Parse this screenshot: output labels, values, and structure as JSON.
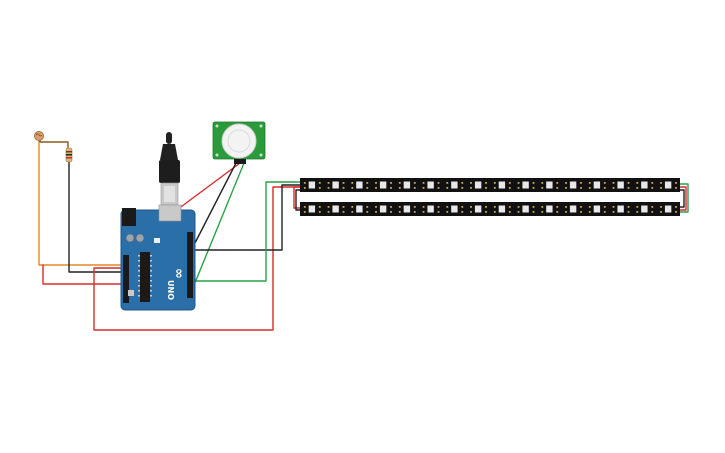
{
  "board": {
    "logo_text": "∞",
    "model_text": "UNO"
  },
  "colors": {
    "background": "#ffffff",
    "board_blue": "#2a6fa8",
    "board_dark": "#1f5a8c",
    "header_black": "#1a1a1a",
    "usb_plug": "#222222",
    "usb_metal": "#c9c9c9",
    "pir_green": "#2a9a3a",
    "pir_dome": "#f3f3f3",
    "strip_black": "#111111",
    "led_white": "#e8e8e8",
    "led_gold": "#c9a75a",
    "wire_red": "#d82c2c",
    "wire_black": "#222222",
    "wire_green": "#2ba14a",
    "wire_orange": "#e08a2a",
    "wire_brown": "#8a5a20",
    "resistor_body": "#d9b87a",
    "photoresistor": "#d9a06a"
  },
  "icons": {
    "board": "arduino-uno-icon",
    "usb": "usb-cable-icon",
    "pir": "pir-sensor-icon",
    "strip": "led-strip-icon",
    "photoresistor": "photoresistor-icon",
    "resistor": "resistor-icon"
  },
  "led_strips": [
    {
      "name": "led-strip-top",
      "led_count": 16
    },
    {
      "name": "led-strip-bottom",
      "led_count": 16
    }
  ]
}
